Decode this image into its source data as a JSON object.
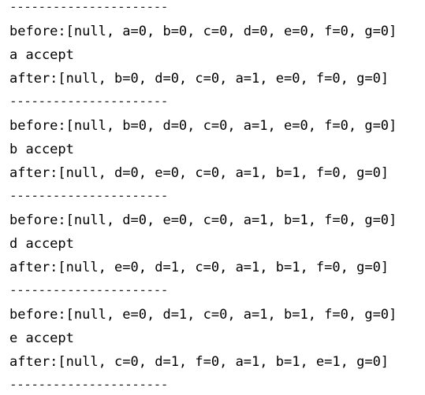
{
  "console": {
    "lines": [
      {
        "kind": "separator",
        "text": "----------------------"
      },
      {
        "kind": "before",
        "text": "before:[null, a=0, b=0, c=0, d=0, e=0, f=0, g=0]"
      },
      {
        "kind": "accept",
        "text": "a accept"
      },
      {
        "kind": "after",
        "text": "after:[null, b=0, d=0, c=0, a=1, e=0, f=0, g=0]"
      },
      {
        "kind": "separator",
        "text": "----------------------"
      },
      {
        "kind": "before",
        "text": "before:[null, b=0, d=0, c=0, a=1, e=0, f=0, g=0]"
      },
      {
        "kind": "accept",
        "text": "b accept"
      },
      {
        "kind": "after",
        "text": "after:[null, d=0, e=0, c=0, a=1, b=1, f=0, g=0]"
      },
      {
        "kind": "separator",
        "text": "----------------------"
      },
      {
        "kind": "before",
        "text": "before:[null, d=0, e=0, c=0, a=1, b=1, f=0, g=0]"
      },
      {
        "kind": "accept",
        "text": "d accept"
      },
      {
        "kind": "after",
        "text": "after:[null, e=0, d=1, c=0, a=1, b=1, f=0, g=0]"
      },
      {
        "kind": "separator",
        "text": "----------------------"
      },
      {
        "kind": "before",
        "text": "before:[null, e=0, d=1, c=0, a=1, b=1, f=0, g=0]"
      },
      {
        "kind": "accept",
        "text": "e accept"
      },
      {
        "kind": "after",
        "text": "after:[null, c=0, d=1, f=0, a=1, b=1, e=1, g=0]"
      },
      {
        "kind": "separator",
        "text": "----------------------"
      }
    ]
  }
}
